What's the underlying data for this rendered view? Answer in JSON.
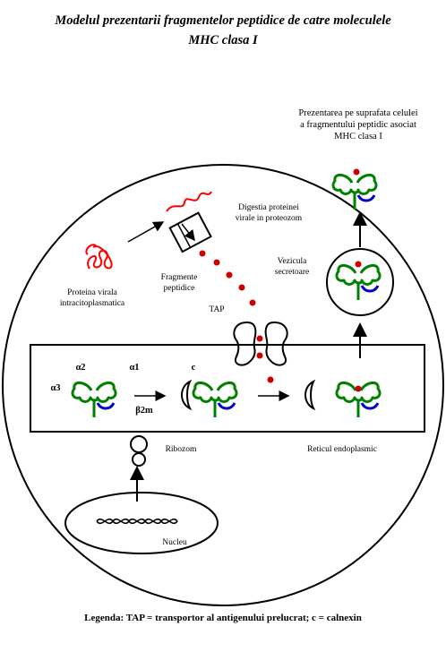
{
  "title_line1": "Modelul prezentarii fragmentelor peptidice de catre moleculele",
  "title_line2": "MHC clasa I",
  "labels": {
    "surface_presentation": [
      "Prezentarea pe suprafata celulei",
      "a fragmentului peptidic asociat",
      "MHC clasa I"
    ],
    "proteasome_digestion": [
      "Digestia proteinei",
      "virale in proteozom"
    ],
    "peptide_fragments": [
      "Fragmente",
      "peptidice"
    ],
    "secretory_vesicle": [
      "Vezicula",
      "secretoare"
    ],
    "viral_protein": [
      "Proteina virala",
      "intracitoplasmatica"
    ],
    "tap": "TAP",
    "alpha2": "α2",
    "alpha1": "α1",
    "alpha3": "α3",
    "calnexin": "c",
    "beta2m": "β2m",
    "ribosome": "Ribozom",
    "er": "Reticul endoplasmic",
    "nucleus": "Nucleu"
  },
  "legend": "Legenda: TAP = transportor al antigenului prelucrat; c = calnexin",
  "colors": {
    "mhc": "#008000",
    "beta2m": "#0000cc",
    "peptide": "#cc0000",
    "viral_protein": "#ff0000",
    "outline": "#000000"
  }
}
